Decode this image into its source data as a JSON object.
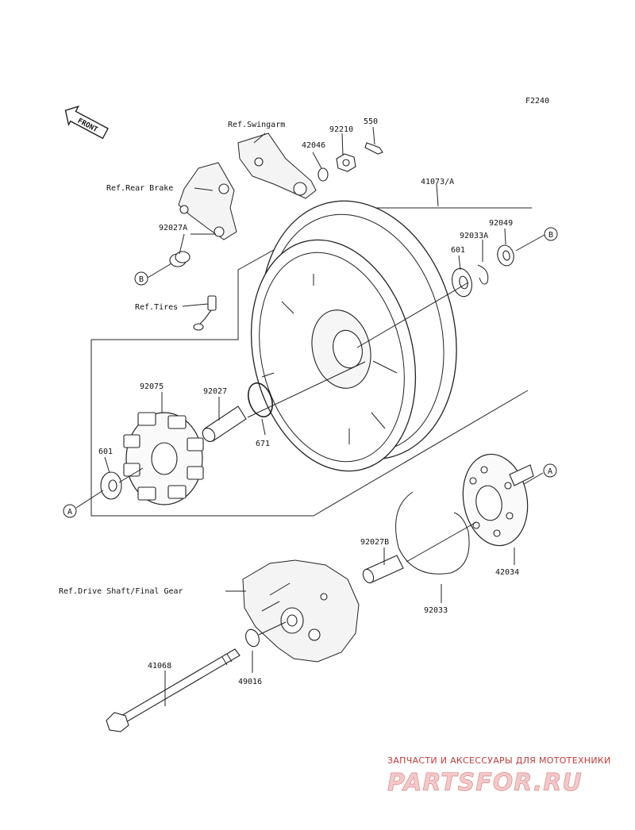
{
  "figure_code": "F2240",
  "front_label": "FRONT",
  "labels": {
    "ref_swingarm": "Ref.Swingarm",
    "ref_rear_brake": "Ref.Rear Brake",
    "ref_tires": "Ref.Tires",
    "ref_drive_shaft": "Ref.Drive Shaft/Final Gear"
  },
  "parts": {
    "p550": "550",
    "p92210": "92210",
    "p42046": "42046",
    "p41073a": "41073/A",
    "p92049": "92049",
    "p92033a": "92033A",
    "p601_top": "601",
    "p92027a": "92027A",
    "p92075": "92075",
    "p92027": "92027",
    "p671": "671",
    "p601_left": "601",
    "p92027b": "92027B",
    "p42034": "42034",
    "p92033": "92033",
    "p41068": "41068",
    "p49016": "49016"
  },
  "markers": {
    "b_left": "B",
    "b_right": "B",
    "a_left": "A",
    "a_right": "A"
  },
  "watermark": {
    "tagline": "ЗАПЧАСТИ И АКСЕССУАРЫ ДЛЯ МОТОТЕХНИКИ",
    "brand": "PARTSFOR.RU"
  }
}
